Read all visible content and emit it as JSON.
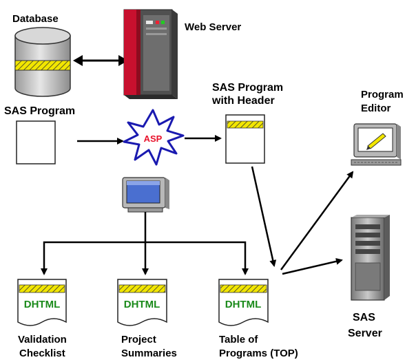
{
  "labels": {
    "database": "Database",
    "web_server": "Web Server",
    "sas_program": "SAS Program",
    "sas_program_with_header_l1": "SAS Program",
    "sas_program_with_header_l2": "with Header",
    "asp": "ASP",
    "program_editor_l1": "Program",
    "program_editor_l2": "Editor",
    "sas_server_l1": "SAS",
    "sas_server_l2": "Server",
    "validation_checklist_l1": "Validation",
    "validation_checklist_l2": "Checklist",
    "project_summaries_l1": "Project",
    "project_summaries_l2": "Summaries",
    "top_l1": "Table of",
    "top_l2": "Programs (TOP)"
  },
  "documents": [
    {
      "badge": "DHTML"
    },
    {
      "badge": "DHTML"
    },
    {
      "badge": "DHTML"
    }
  ],
  "colors": {
    "hatch_yellow": "#f2e600",
    "dhtml_green": "#1a8a1a",
    "asp_red": "#e8102a",
    "asp_blue": "#1a1ab0",
    "server_red": "#c8102e",
    "monitor_blue": "#4a6fd0"
  },
  "icons": [
    "database-icon",
    "web-server-icon",
    "asp-burst-icon",
    "monitor-icon",
    "program-editor-icon",
    "sas-server-icon",
    "document-icon"
  ]
}
